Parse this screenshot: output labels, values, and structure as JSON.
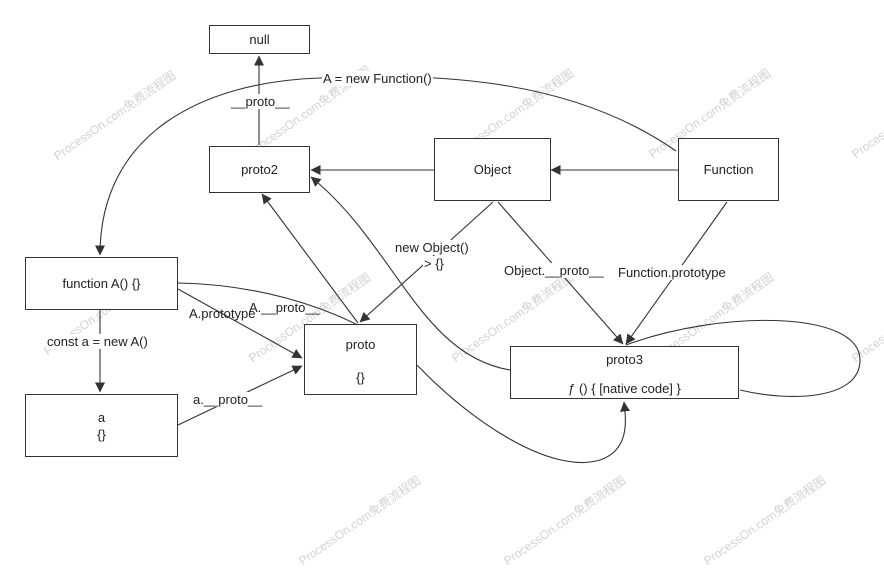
{
  "nodes": {
    "null": {
      "label": "null"
    },
    "proto2": {
      "label": "proto2"
    },
    "object": {
      "label": "Object"
    },
    "function": {
      "label": "Function"
    },
    "functionA": {
      "label": "function A() {}"
    },
    "a": {
      "line1": "a",
      "line2": "{}"
    },
    "proto": {
      "line1": "proto",
      "line2": "{}"
    },
    "proto3": {
      "line1": "proto3",
      "line2": "ƒ () { [native code] }"
    }
  },
  "edges": {
    "proto2_to_null": "__proto__",
    "function_to_A": "A = new Function()",
    "object_to_proto_line1": "new Object()",
    "object_to_proto_line2": "> {}",
    "object_to_proto3": "Object.__proto__",
    "function_to_proto3": "Function.prototype",
    "A_to_a": "const a = new A()",
    "A_prototype": "A.prototype",
    "A_proto": "A.__proto__",
    "a_proto": "a.__proto__"
  },
  "watermark": "ProcessOn.com免费流程图"
}
